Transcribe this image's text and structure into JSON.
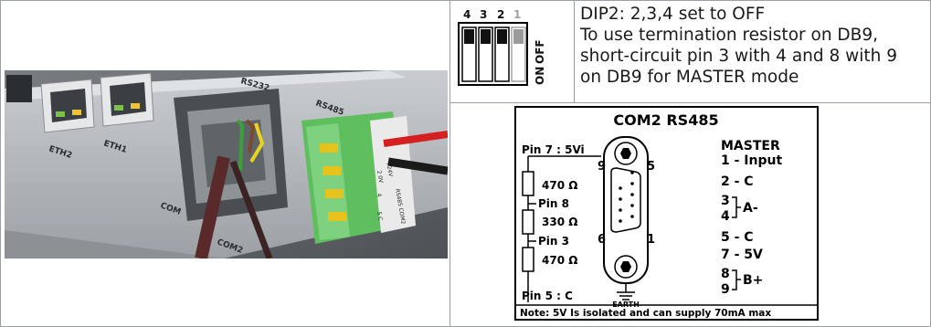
{
  "dip_switch": {
    "numbers": [
      "4",
      "3",
      "2",
      "1"
    ],
    "side_label_on": "ON",
    "side_label_off": "OFF"
  },
  "description": {
    "lines": [
      "DIP2: 2,3,4 set to OFF",
      "To use termination resistor on DB9,",
      "short-circuit pin 3 with 4 and 8 with 9",
      "on DB9 for MASTER mode"
    ]
  },
  "photo": {
    "labels": [
      "ETH2",
      "ETH1",
      "COM",
      "RS232",
      "RS485",
      "COM2",
      "+24V",
      "2 0V",
      "4",
      "5 C",
      "RS485 COM2"
    ]
  },
  "diagram": {
    "title": "COM2   RS485",
    "left_labels": {
      "pin7": "Pin 7 : 5Vi",
      "r1": "470 Ω",
      "pin8": "Pin 8",
      "r2": "330 Ω",
      "pin3": "Pin 3",
      "r3": "470 Ω",
      "pin5": "Pin 5 : C"
    },
    "connector_numbers": {
      "n9": "9",
      "n5": "5",
      "n6": "6",
      "n1": "1"
    },
    "earth_label": "EARTH",
    "right_labels": {
      "master": "MASTER",
      "l1": "1 - Input",
      "l2": "2 - C",
      "l3": "3",
      "l4": "4",
      "a_minus": "A-",
      "l5": "5 - C",
      "l7": "7 - 5V",
      "l8": "8",
      "l9": "9",
      "b_plus": "B+"
    },
    "note": "Note: 5V Is isolated and can supply 70mA max"
  }
}
